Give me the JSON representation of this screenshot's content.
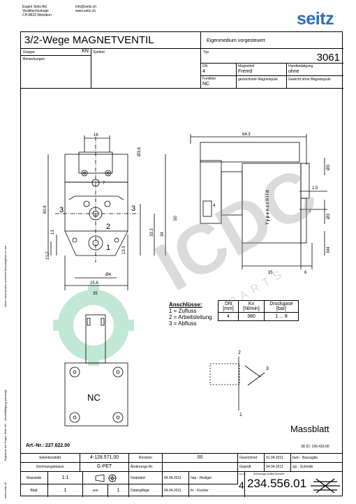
{
  "company": {
    "line1": "Eugen Seitz AG",
    "line2": "Ventiltechnologie",
    "line3": "CH-8623 Wetzikon",
    "email": "info@seitz.ch",
    "web": "www.seitz.ch",
    "logo": "seitz",
    "logo_color": "#2a6fb8"
  },
  "header": {
    "title": "3/2-Wege MAGNETVENTIL",
    "subtitle": "Eigenmedium vorgesteuert",
    "gruppe_label": "Gruppe",
    "gruppe_value": "KN",
    "symbol_label": "Symbol",
    "bemerkungen_label": "Bemerkungen",
    "typ_label": "Typ",
    "typ_value": "3061",
    "dn_label": "DN",
    "dn_value": "4",
    "magnetteil_label": "Magnetteil",
    "magnetteil_value": "Fremd",
    "handbet_label": "Handbetätigung",
    "handbet_value": "ohne",
    "funktion_label": "Funktion",
    "funktion_value": "NC",
    "gez_magnet_label": "gezeichnete Magnetspule",
    "gewicht_label": "Gewicht ohne Magnetspule"
  },
  "drawing": {
    "dims_front": [
      "16",
      "Ø3.6",
      "7",
      "60.6",
      "13",
      "10.7",
      "33.3",
      "34",
      "50",
      "13.3",
      "Ø4",
      "25.6",
      "35"
    ],
    "ports": [
      "3",
      "3",
      "2",
      "1"
    ],
    "dims_side": [
      "64.3",
      "Ø3",
      "2.5",
      "4",
      "Ø3",
      "2",
      "M4",
      "35",
      "6"
    ],
    "coil_label": "Typenschild",
    "nc_label": "NC",
    "symbol_numbers": [
      "2",
      "3",
      "1"
    ]
  },
  "connections": {
    "title": "Anschlüsse:",
    "items": [
      "1 = Zufluss",
      "2 = Arbeitsleitung",
      "3 = Abfluss"
    ]
  },
  "spec_table": {
    "headers": [
      "DN",
      "Kv",
      "Druckgase"
    ],
    "units": [
      "[mm]",
      "[Nl/min]",
      "[bar]"
    ],
    "values": [
      "4",
      "380",
      "1 ... 8"
    ]
  },
  "massblatt": "Massblatt",
  "art_nr": "Art.-Nr.: 227.622.00",
  "id_3d": "3D ID: 165.433.00",
  "side_text": {
    "left_top": "Wenn nicht anders vermerkt Massangaben in mm",
    "left_bottom": "Eigentum der Eugen Seitz AG - Vervielfältigung untersagt",
    "left_footer": "www.seitz.ch"
  },
  "footer": {
    "selektionsbild_label": "Selektionsbild",
    "selektionsbild_value": "4-128.571.00",
    "revision_label": "Revision",
    "revision_value": "00",
    "gezeichnet_label": "Gezeichnet",
    "gezeichnet_date": "01.04.2011",
    "gezeichnet_name": "bum - Buscaglia",
    "zeichnungsklasse_label": "Zeichnungsklasse",
    "zeichnungsklasse_value": "G-PET",
    "aenderungs_label": "Änderungs-Nr.",
    "geprueft_label": "Geprüft",
    "geprueft_date": "04.04.2011",
    "geprueft_name": "sjo - Schmidt",
    "massstab_label": "Massstab",
    "massstab_value": "1:1",
    "geaendert_label": "Geändert",
    "geaendert_date": "04.04.2011",
    "geaendert_name": "hep - Hediger",
    "format_label": "Format",
    "zeichnungsnr_label": "Zeichnungs-/Artikel-Nummer",
    "blatt_label": "Blatt",
    "blatt_value": "1",
    "von_label": "von",
    "von_value": "1",
    "datenpflege_label": "Datenpflege",
    "datenpflege_date": "04.04.2011",
    "datenpflege_name": "frr - Fischer",
    "format_value": "4",
    "drawing_number": "234.556.01"
  },
  "watermark": {
    "text": "ICDC",
    "sub": "PARTS",
    "color": "#9a9a9a",
    "gear_color": "#8fd6b1"
  }
}
